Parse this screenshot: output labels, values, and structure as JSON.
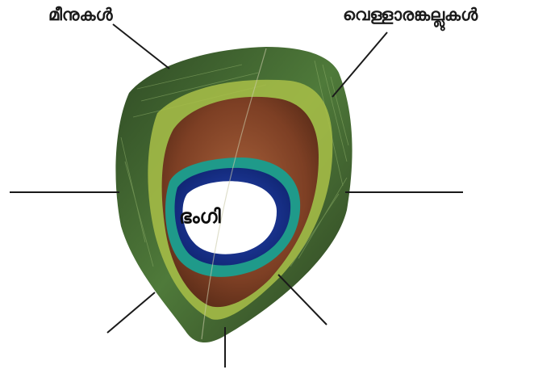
{
  "labels": {
    "top_left": "മീനുകൾ",
    "top_right": "വെള്ളാരങ്കല്ലുകൾ",
    "center": "ഭംഗി"
  },
  "leader_lines": [
    {
      "target": "top-left-label"
    },
    {
      "target": "top-right-label"
    },
    {
      "target": "left-blank"
    },
    {
      "target": "right-blank"
    },
    {
      "target": "lower-left-blank"
    },
    {
      "target": "bottom-blank"
    },
    {
      "target": "lower-right-blank"
    }
  ],
  "colors": {
    "outer_green": "#3f6b2e",
    "yellow_green": "#b9c94a",
    "bronze": "#8a4a2a",
    "teal": "#1f9a8a",
    "blue": "#1b3a9a",
    "line": "#1a1a1a"
  }
}
